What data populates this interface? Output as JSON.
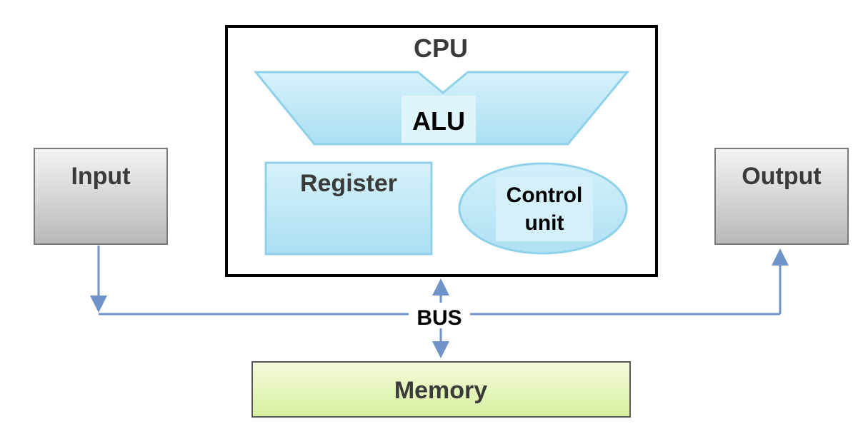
{
  "cpu": {
    "title": "CPU"
  },
  "alu": {
    "label": "ALU"
  },
  "register": {
    "label": "Register"
  },
  "control_unit": {
    "line1": "Control",
    "line2": "unit"
  },
  "input": {
    "label": "Input"
  },
  "output": {
    "label": "Output"
  },
  "bus": {
    "label": "BUS"
  },
  "memory": {
    "label": "Memory"
  },
  "colors": {
    "component_blue": "#bfe9f6",
    "component_blue_stroke": "#8fd0ea",
    "io_gray": "#c8c8c8",
    "memory_green": "#e6f7c0",
    "bus_line": "#6f93c9"
  }
}
